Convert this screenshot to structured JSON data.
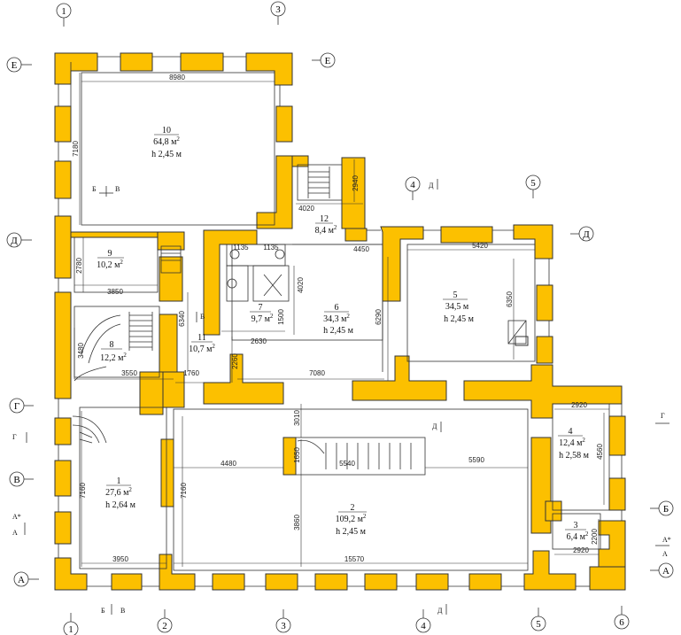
{
  "colors": {
    "wall": "#fcc000",
    "wall_stroke": "#333333",
    "line": "#333333"
  },
  "axes": {
    "numeric": [
      "1",
      "2",
      "3",
      "4",
      "5",
      "6"
    ],
    "letters": [
      "А",
      "Б",
      "В",
      "Г",
      "Д",
      "Е"
    ]
  },
  "rooms": [
    {
      "num": "1",
      "area": "27,6 м",
      "height": "h  2,64 м"
    },
    {
      "num": "2",
      "area": "109,2 м",
      "height": "h  2,45 м"
    },
    {
      "num": "3",
      "area": "6,4 м",
      "height": ""
    },
    {
      "num": "4",
      "area": "12,4 м",
      "height": "h  2,58 м"
    },
    {
      "num": "5",
      "area": "34,5 м",
      "height": "h  2,45 м"
    },
    {
      "num": "6",
      "area": "34,3 м",
      "height": "h  2,45 м"
    },
    {
      "num": "7",
      "area": "9,7 м",
      "height": ""
    },
    {
      "num": "8",
      "area": "12,2 м",
      "height": ""
    },
    {
      "num": "9",
      "area": "10,2 м",
      "height": ""
    },
    {
      "num": "10",
      "area": "64,8 м",
      "height": "h  2,45 м"
    },
    {
      "num": "11",
      "area": "10,7 м",
      "height": ""
    },
    {
      "num": "12",
      "area": "8,4 м",
      "height": ""
    }
  ],
  "area_superscript": "2",
  "dimensions": [
    "8980",
    "7180",
    "2940",
    "4020",
    "4450",
    "5420",
    "2780",
    "3850",
    "6340",
    "1135",
    "1135",
    "4020",
    "1500",
    "2630",
    "6290",
    "6350",
    "3480",
    "3550",
    "1760",
    "2260",
    "7080",
    "3010",
    "2920",
    "1650",
    "5540",
    "4480",
    "5590",
    "4560",
    "7160",
    "7160",
    "3860",
    "3950",
    "15570",
    "2200",
    "2920"
  ],
  "section_marks": [
    "Б",
    "В",
    "Б",
    "В",
    "Д",
    "Д",
    "Д",
    "Г",
    "Г",
    "А*",
    "А",
    "А*",
    "А",
    "Б",
    "В",
    "В"
  ]
}
